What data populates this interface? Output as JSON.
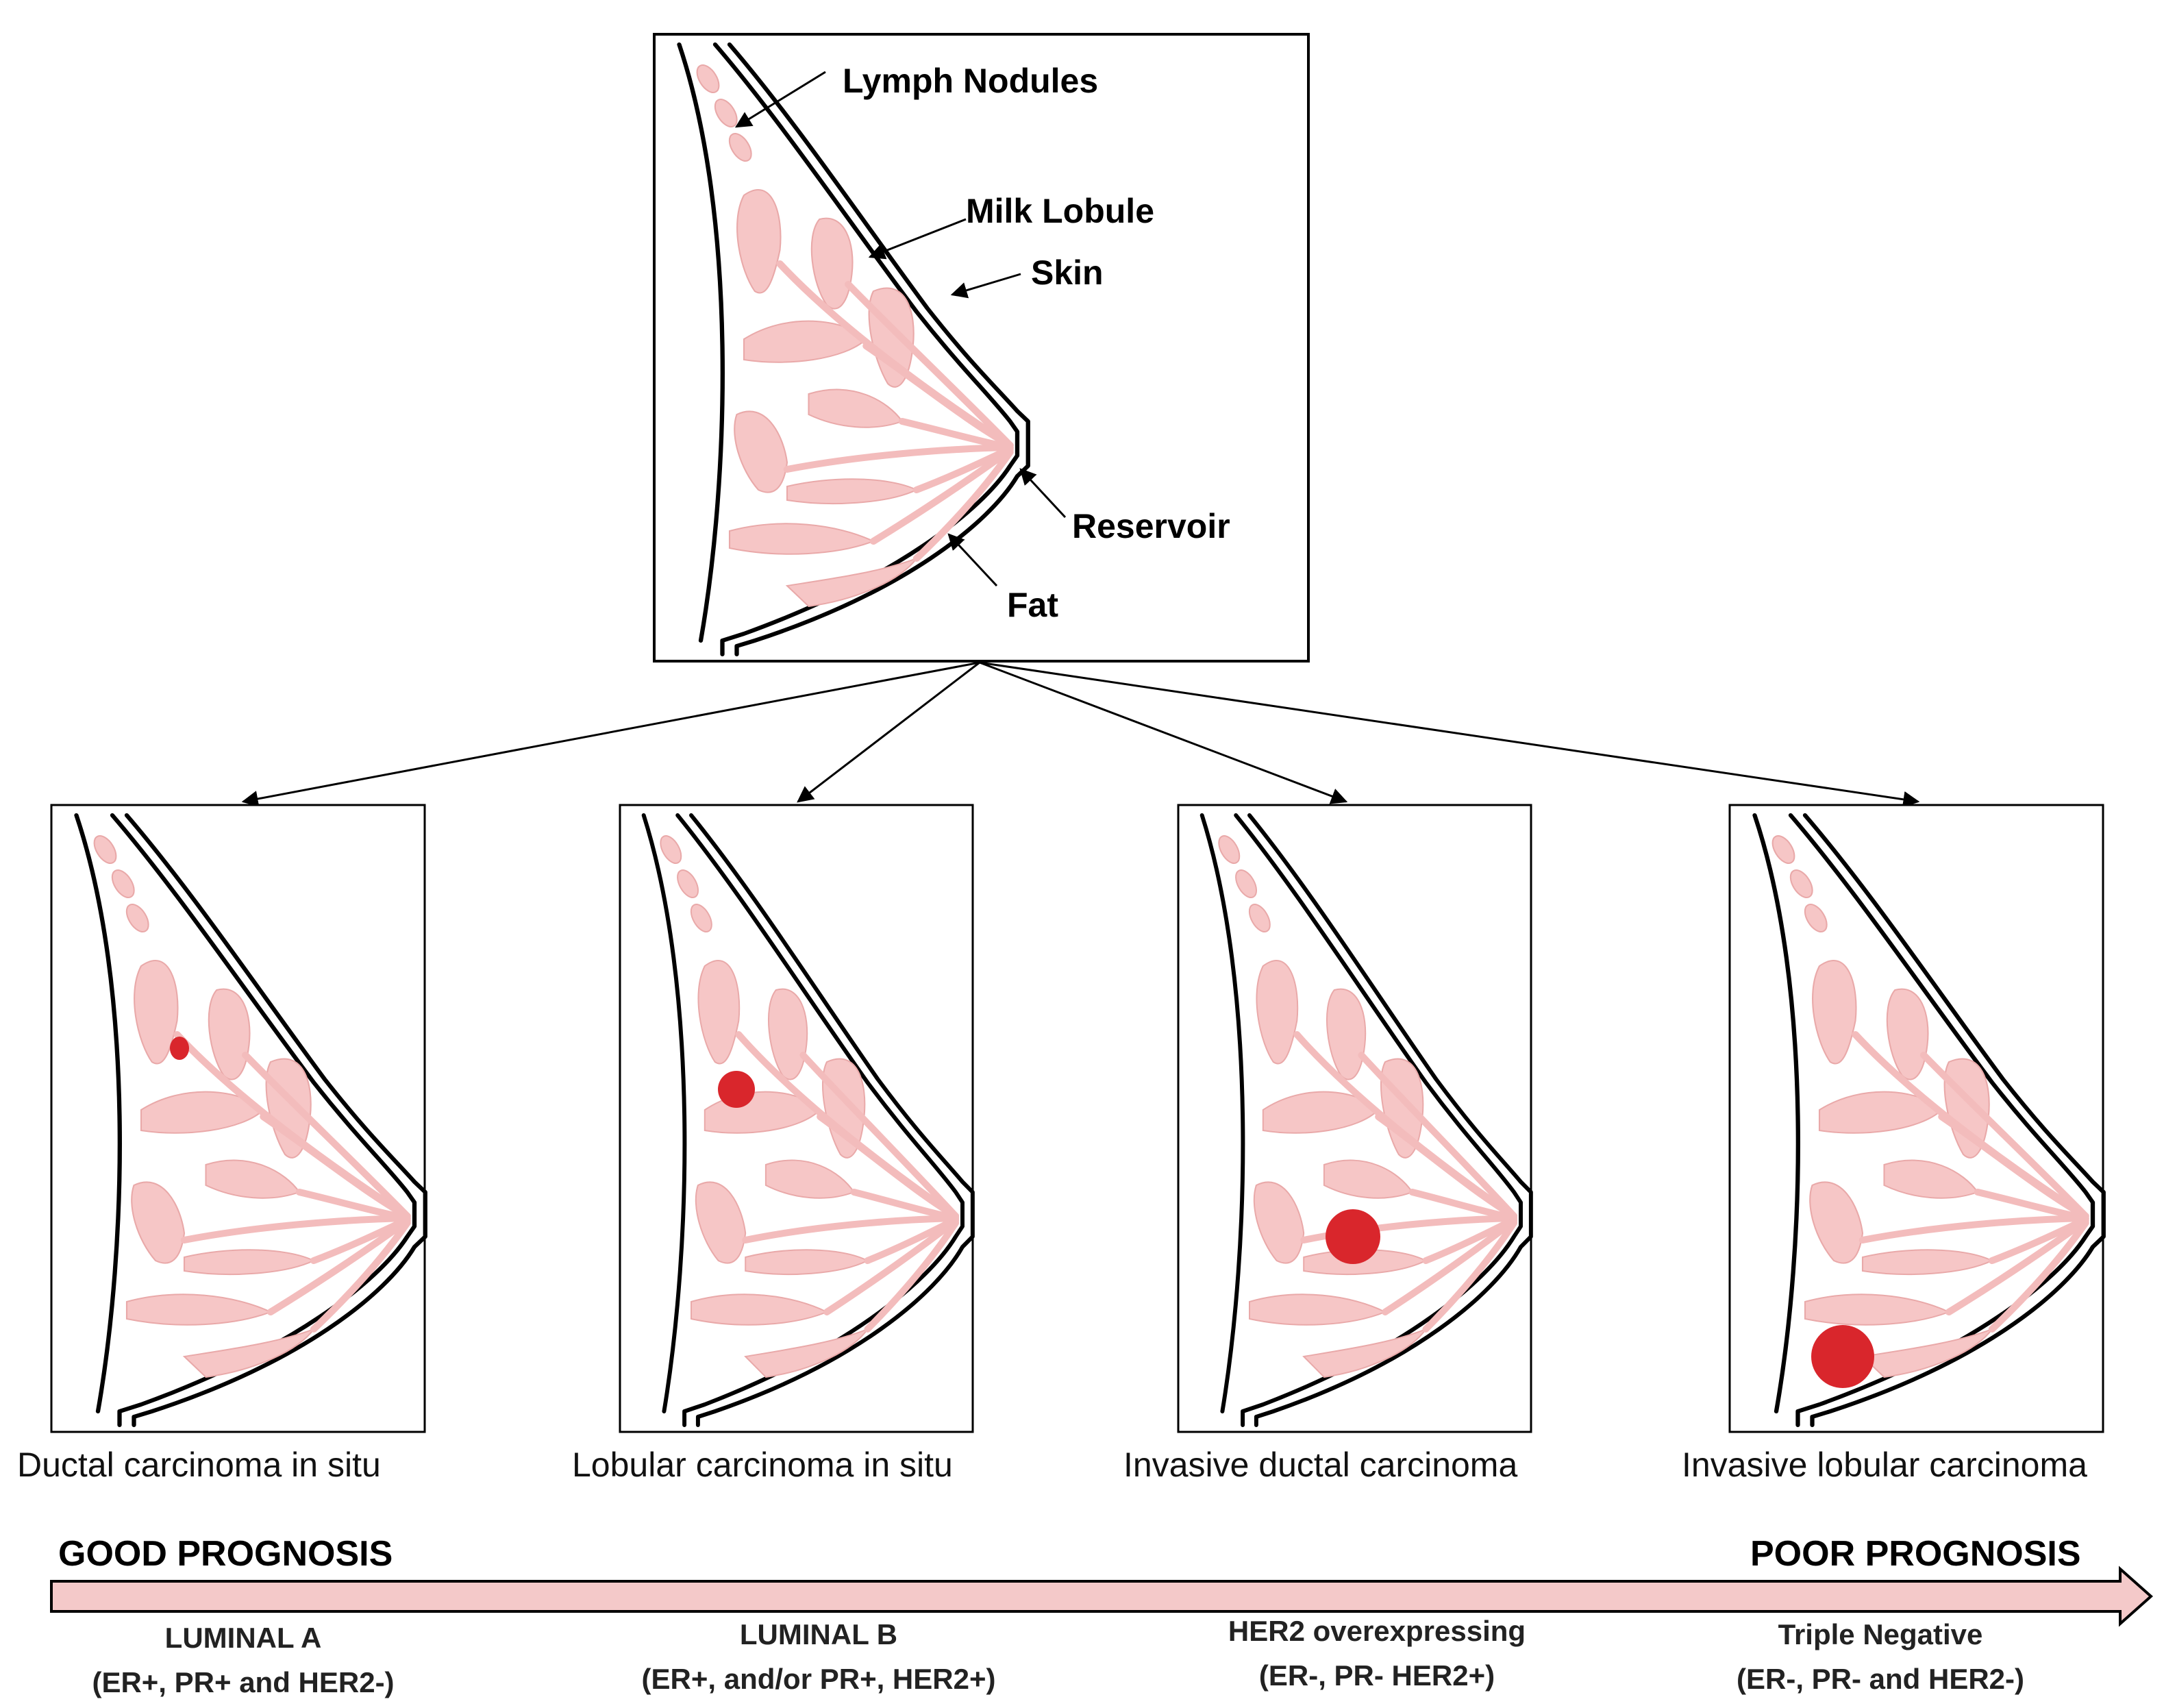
{
  "anatomy_labels": {
    "lymph": "Lymph Nodules",
    "lobule": "Milk Lobule",
    "skin": "Skin",
    "reservoir": "Reservoir",
    "fat": "Fat"
  },
  "stages": [
    {
      "caption": "Ductal carcinoma in situ"
    },
    {
      "caption": "Lobular carcinoma in situ"
    },
    {
      "caption": "Invasive ductal carcinoma"
    },
    {
      "caption": "Invasive lobular carcinoma"
    }
  ],
  "prognosis": {
    "good": "GOOD PROGNOSIS",
    "poor": "POOR PROGNOSIS"
  },
  "subtypes": [
    {
      "name": "LUMINAL A",
      "markers": "(ER+, PR+ and HER2-)"
    },
    {
      "name": "LUMINAL B",
      "markers": "(ER+, and/or PR+, HER2+)"
    },
    {
      "name": "HER2 overexpressing",
      "markers": "(ER-, PR- HER2+)"
    },
    {
      "name": "Triple Negative",
      "markers": "(ER-, PR- and HER2-)"
    }
  ],
  "colors": {
    "tissue": "#f6c6c6",
    "tumor": "#d9262c",
    "arrow_fill": "#f4c9c9"
  }
}
